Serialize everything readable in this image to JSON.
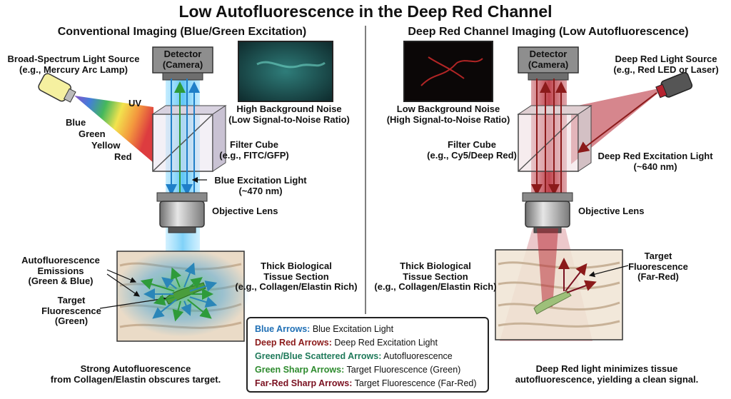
{
  "title": "Low Autofluorescence in the Deep Red Channel",
  "left": {
    "heading": "Conventional Imaging (Blue/Green Excitation)",
    "light_source": [
      "Broad-Spectrum Light Source",
      "(e.g., Mercury Arc Lamp)"
    ],
    "spectrum_labels": {
      "uv": "UV",
      "blue": "Blue",
      "green": "Green",
      "yellow": "Yellow",
      "red": "Red"
    },
    "detector": [
      "Detector",
      "(Camera)"
    ],
    "noise": [
      "High Background Noise",
      "(Low Signal-to-Noise Ratio)"
    ],
    "filter_cube": [
      "Filter Cube",
      "(e.g., FITC/GFP)"
    ],
    "excitation": [
      "Blue Excitation Light",
      "(~470 nm)"
    ],
    "objective": "Objective Lens",
    "tissue": [
      "Thick Biological",
      "Tissue Section",
      "(e.g., Collagen/Elastin Rich)"
    ],
    "autofluorescence": [
      "Autofluorescence",
      "Emissions",
      "(Green & Blue)"
    ],
    "target": [
      "Target",
      "Fluorescence",
      "(Green)"
    ],
    "caption": [
      "Strong Autofluorescence",
      "from Collagen/Elastin obscures target."
    ]
  },
  "right": {
    "heading": "Deep Red Channel Imaging (Low Autofluorescence)",
    "light_source": [
      "Deep Red Light Source",
      "(e.g., Red LED or Laser)"
    ],
    "detector": [
      "Detector",
      "(Camera)"
    ],
    "noise": [
      "Low Background Noise",
      "(High Signal-to-Noise Ratio)"
    ],
    "filter_cube": [
      "Filter Cube",
      "(e.g., Cy5/Deep Red)"
    ],
    "excitation": [
      "Deep Red Excitation Light",
      "(~640 nm)"
    ],
    "objective": "Objective Lens",
    "tissue": [
      "Thick Biological",
      "Tissue Section",
      "(e.g., Collagen/Elastin Rich)"
    ],
    "target": [
      "Target",
      "Fluorescence",
      "(Far-Red)"
    ],
    "caption": [
      "Deep Red light minimizes tissue",
      "autofluorescence, yielding a clean signal."
    ]
  },
  "legend": [
    {
      "key": "Blue Arrows:",
      "text": "Blue Excitation Light",
      "color": "#1f6fb5"
    },
    {
      "key": "Deep Red Arrows:",
      "text": "Deep Red Excitation Light",
      "color": "#8b1a1a"
    },
    {
      "key": "Green/Blue Scattered Arrows:",
      "text": "Autofluorescence",
      "color": "#1f7a5a"
    },
    {
      "key": "Green Sharp Arrows:",
      "text": "Target Fluorescence (Green)",
      "color": "#2e8b2e"
    },
    {
      "key": "Far-Red Sharp Arrows:",
      "text": "Target Fluorescence (Far-Red)",
      "color": "#7a1020"
    }
  ],
  "colors": {
    "blue": "#3aa9e6",
    "green": "#3cb34a",
    "deep_red": "#b5232f",
    "tissue": "#ecdcc8"
  }
}
